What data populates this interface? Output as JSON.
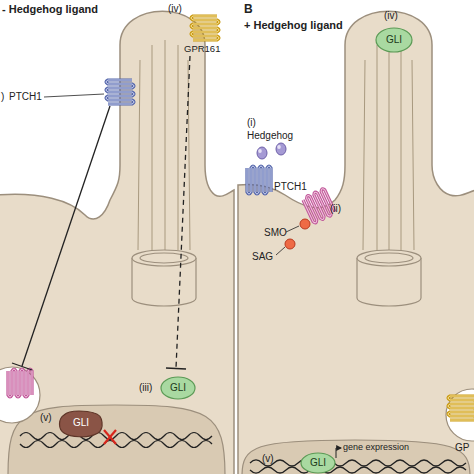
{
  "diagram": {
    "nodes": [
      {
        "text": [
          "GLI"
        ]
      },
      {
        "text": [
          "GLI"
        ]
      },
      {
        "text": [
          "GLI"
        ]
      },
      {
        "text": [
          "GLI"
        ]
      }
    ],
    "labels": [
      "- Hedgehog ligand",
      "(iv)",
      "GPR161",
      ")",
      "PTCH1",
      "(iii)",
      "(v)",
      "B",
      "+ Hedgehog ligand",
      "(iv)",
      "(i)",
      "Hedgehog",
      "PTCH1",
      "(ii)",
      "SMO",
      "SAG",
      "(v)",
      "gene expression",
      "GP"
    ]
  }
}
